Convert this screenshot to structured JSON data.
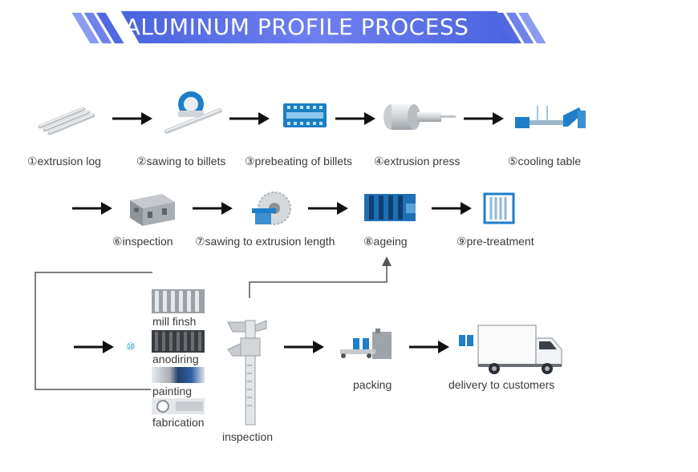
{
  "title": "ALUMINUM PROFILE PROCESS",
  "row1": [
    {
      "label": "①extrusion log",
      "icon": "extrusion-log-icon"
    },
    {
      "label": "②sawing to billets",
      "icon": "saw-blade-icon"
    },
    {
      "label": "③prebeating of billets",
      "icon": "furnace-icon"
    },
    {
      "label": "④extrusion press",
      "icon": "extrusion-press-icon"
    },
    {
      "label": "⑤cooling table",
      "icon": "cooling-table-icon"
    }
  ],
  "row2": [
    {
      "label": "⑥inspection",
      "icon": "aluminum-profile-icon"
    },
    {
      "label": "⑦sawing to extrusion length",
      "icon": "circular-saw-icon"
    },
    {
      "label": "⑧ageing",
      "icon": "ageing-oven-icon"
    },
    {
      "label": "⑨pre-treatment",
      "icon": "pretreatment-rack-icon"
    }
  ],
  "row3": {
    "step_number": "⑩",
    "finishes": [
      "mill finsh",
      "anodiring",
      "painting",
      "fabrication"
    ],
    "inspection_label": "inspection",
    "packing_label": "packing",
    "delivery_label": "delivery to customers"
  },
  "colors": {
    "banner_blue": "#3d5bd9",
    "stripe": "#6d85e8",
    "accent": "#2a9fd6",
    "line": "#555555"
  }
}
